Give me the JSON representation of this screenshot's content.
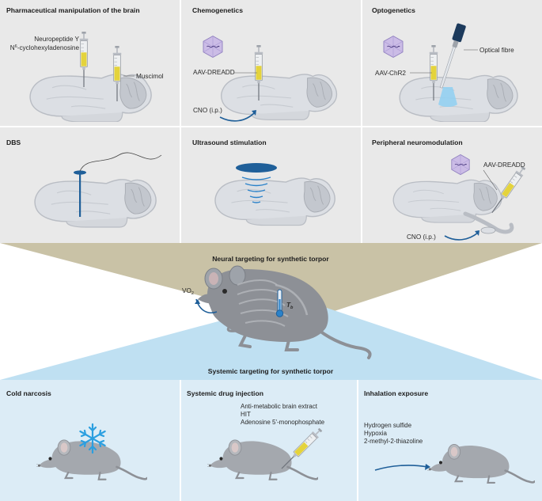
{
  "panels": {
    "pharma": {
      "title": "Pharmaceutical manipulation of the brain",
      "label_npy": "Neuropeptide Y",
      "label_chx_sup": "6",
      "label_chx_pre": "N",
      "label_chx_post": "-cyclohexyladenosine",
      "label_muscimol": "Muscimol"
    },
    "chemo": {
      "title": "Chemogenetics",
      "label_virus": "AAV-DREADD",
      "label_cno": "CNO (i.p.)"
    },
    "opto": {
      "title": "Optogenetics",
      "label_fibre": "Optical fibre",
      "label_virus": "AAV-ChR2"
    },
    "dbs": {
      "title": "DBS"
    },
    "ultrasound": {
      "title": "Ultrasound stimulation"
    },
    "peripheral": {
      "title": "Peripheral neuromodulation",
      "label_virus": "AAV-DREADD",
      "label_cno": "CNO (i.p.)"
    }
  },
  "middle": {
    "neural_title": "Neural targeting for synthetic torpor",
    "vo2_main": "VO",
    "vo2_sub": "2",
    "tb_main": "T",
    "tb_sub": "b",
    "systemic_title": "Systemic targeting for synthetic torpor"
  },
  "bottom": {
    "cold": {
      "title": "Cold narcosis"
    },
    "drug": {
      "title": "Systemic drug injection",
      "items": [
        "Anti-metabolic brain extract",
        "HIT",
        "Adenosine 5'-monophosphate"
      ]
    },
    "inhalation": {
      "title": "Inhalation exposure",
      "items": [
        "Hydrogen sulfide",
        "Hypoxia",
        "2-methyl-2-thiazoline"
      ]
    }
  },
  "colors": {
    "top_bg": "#e9e9e9",
    "tan": "#c9c2a6",
    "light_blue": "#bfe0f2",
    "bottom_bg": "#dcecf6",
    "brain": "#dcdfe4",
    "mouse": "#8d9096",
    "accent_blue": "#1f5f99",
    "drug_yellow": "#e4d33c",
    "virus": "#cbbce6"
  }
}
